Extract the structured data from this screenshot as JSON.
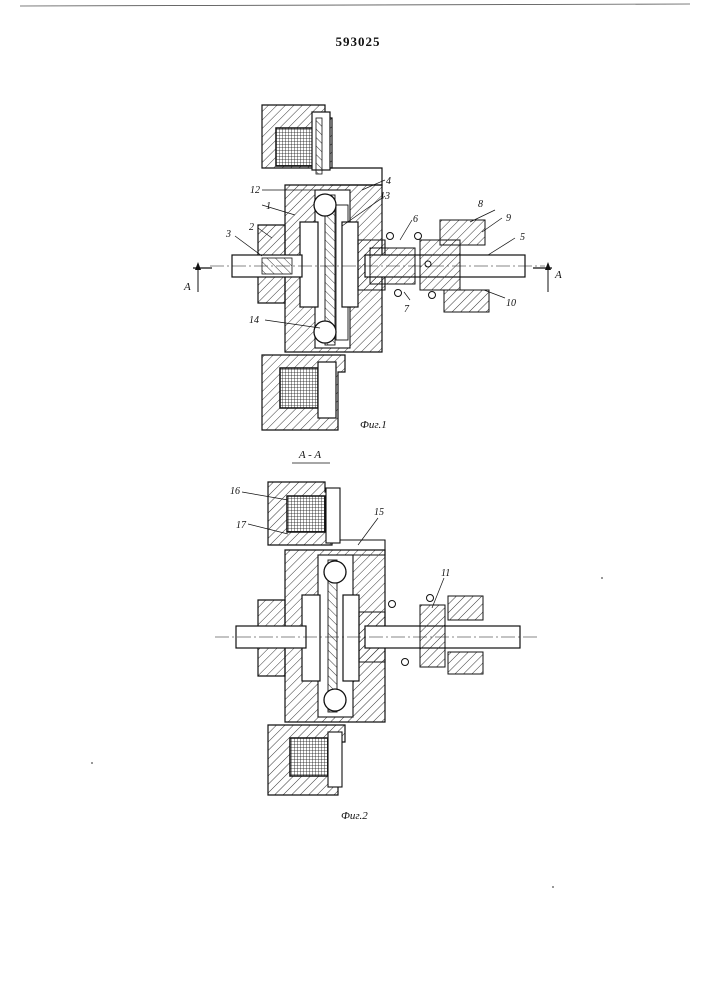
{
  "document": {
    "number": "593025"
  },
  "figure1": {
    "caption": "Фиг.1",
    "section_letter": "A",
    "labels": {
      "l1": "1",
      "l2": "2",
      "l3": "3",
      "l4": "4",
      "l5": "5",
      "l6": "6",
      "l7": "7",
      "l8": "8",
      "l9": "9",
      "l10": "10",
      "l12": "12",
      "l13": "13",
      "l14": "14"
    }
  },
  "figure2": {
    "caption": "Фиг.2",
    "section_title": "A - A",
    "labels": {
      "l11": "11",
      "l15": "15",
      "l16": "16",
      "l17": "17"
    }
  },
  "icons": [
    "hatched-section",
    "ball-bearing",
    "magnet-coil",
    "section-arrow"
  ]
}
